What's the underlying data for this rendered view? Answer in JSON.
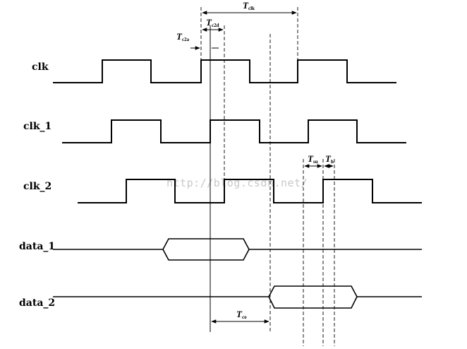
{
  "signals": {
    "clk": "clk",
    "clk_1": "clk_1",
    "clk_2": "clk_2",
    "data_1": "data_1",
    "data_2": "data_2"
  },
  "timing": {
    "t_clk": {
      "symbol": "T",
      "sub": "clk"
    },
    "t_c2d": {
      "symbol": "T",
      "sub": "c2d"
    },
    "t_c2a": {
      "symbol": "T",
      "sub": "c2a"
    },
    "t_su": {
      "symbol": "T",
      "sub": "su"
    },
    "t_h": {
      "symbol": "T",
      "sub": "h"
    },
    "t_co": {
      "symbol": "T",
      "sub": "co"
    }
  },
  "watermark": "http://blog.csdn.net/"
}
